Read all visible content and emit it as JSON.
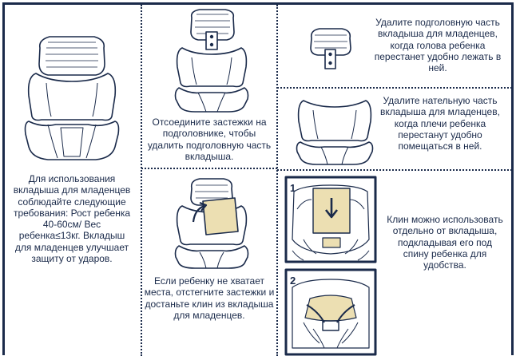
{
  "colors": {
    "ink": "#1a2a4a",
    "wedge": "#ecdfb2",
    "background": "#ffffff"
  },
  "panels": {
    "requirements": {
      "icon": "infant-insert-full-icon",
      "text": "Для использования вкладыша для младенцев соблюдайте следующие требования: Рост ребенка 40-60см/ Вес ребенка≤13кг. Вкладыш для младенцев улучшает защиту от ударов."
    },
    "detach_headrest": {
      "icon": "headrest-clips-icon",
      "text": "Отсоедините застежки на подголовнике, чтобы удалить подголовную часть вкладыша."
    },
    "remove_head_part": {
      "icon": "head-insert-icon",
      "text": "Удалите подголовную часть вкладыша для младенцев, когда голова ребенка перестанет удобно лежать в ней."
    },
    "remove_body_part": {
      "icon": "body-insert-icon",
      "text": "Удалите нательную часть вкладыша для младенцев, когда плечи ребенка перестанут удобно помещаться в ней."
    },
    "remove_wedge": {
      "icon": "remove-wedge-icon",
      "text": "Если ребенку не хватает места, отстегните застежки и достаньте клин из вкладыша для младенцев."
    },
    "wedge_use": {
      "step1_label": "1",
      "step2_label": "2",
      "step1_icon": "wedge-in-seat-icon",
      "step2_icon": "child-in-seat-icon",
      "text": "Клин можно использовать отдельно от вкладыша, подкладывая его под спину ребенка для удобства."
    }
  }
}
